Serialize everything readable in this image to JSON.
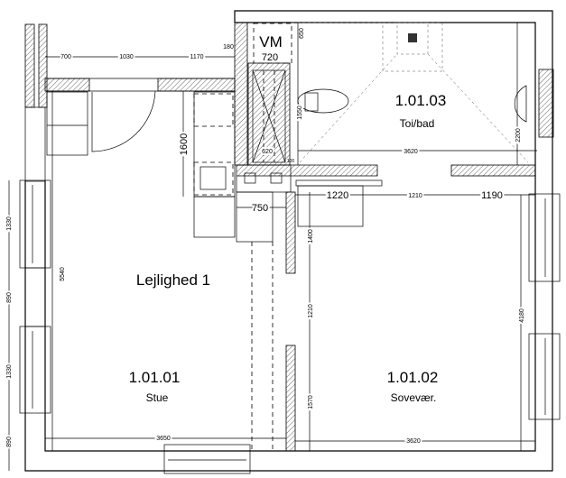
{
  "title": "Lejlighed 1",
  "rooms": [
    {
      "number": "1.01.01",
      "name": "Stue"
    },
    {
      "number": "1.01.02",
      "name": "Sovevær."
    },
    {
      "number": "1.01.03",
      "name": "Toi/bad"
    }
  ],
  "labels": {
    "vm": "VM"
  },
  "dimensions": {
    "top_700": "700",
    "top_1030": "1030",
    "top_1170": "1170",
    "d180": "180",
    "vm_720": "720",
    "vm_650": "650",
    "shaft_1550": "1550",
    "shaft_620": "620",
    "d100": "100",
    "kitchen_1600": "1600",
    "d750": "750",
    "d1220": "1220",
    "d1210_h": "1210",
    "d1190": "1190",
    "bath_3620": "3620",
    "bath_2200": "2200",
    "left_1330_a": "1330",
    "left_890_a": "890",
    "left_1330_b": "1330",
    "left_890_b": "890",
    "d5540": "5540",
    "d1400": "1400",
    "d1210_v": "1210",
    "d1570": "1570",
    "d4180": "4180",
    "bottom_3650": "3650",
    "bottom_3620": "3620"
  }
}
